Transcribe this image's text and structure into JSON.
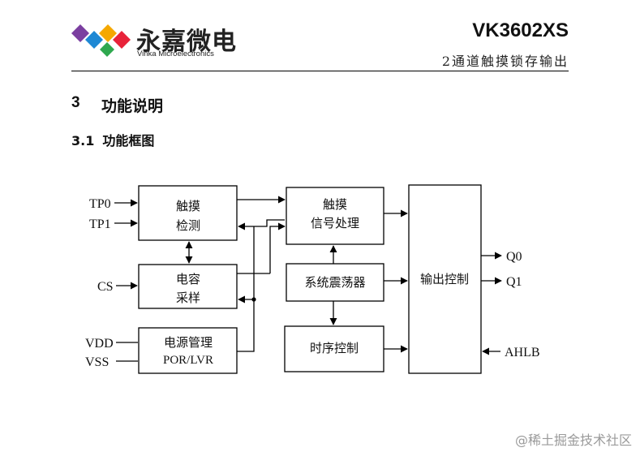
{
  "header": {
    "brand_cn": "永嘉微电",
    "brand_en": "Vinka Microelectronics",
    "part_number": "VK3602XS",
    "subtitle": "2通道触摸锁存输出",
    "logo_colors": [
      "#e8233a",
      "#1e88d4",
      "#f5a800",
      "#7b3fa0",
      "#2fa84f"
    ]
  },
  "section": {
    "number": "3",
    "title": "功能说明"
  },
  "subsection": {
    "number": "3.1",
    "title": "功能框图"
  },
  "diagram": {
    "blocks": {
      "touch_detect": [
        "触摸",
        "检测"
      ],
      "cap_sample": [
        "电容",
        "采样"
      ],
      "power": [
        "电源管理",
        "POR/LVR"
      ],
      "signal_proc": [
        "触摸",
        "信号处理"
      ],
      "oscillator": "系统震荡器",
      "timing": "时序控制",
      "output_ctrl": "输出控制"
    },
    "pins": {
      "tp0": "TP0",
      "tp1": "TP1",
      "cs": "CS",
      "vdd": "VDD",
      "vss": "VSS",
      "q0": "Q0",
      "q1": "Q1",
      "ahlb": "AHLB"
    }
  },
  "watermark": "@稀土掘金技术社区"
}
